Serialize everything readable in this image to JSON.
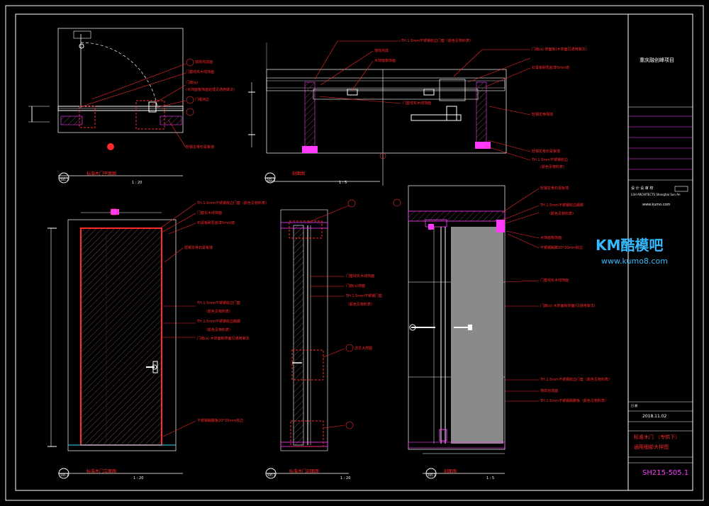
{
  "project": "重庆融创峰项目",
  "title_block": {
    "designer_row": "设 计 设  审 校",
    "company_line": "LSH ARCHITECTS   Shanghai Sun An",
    "web": "www.kumo.com",
    "date_label": "日 期",
    "date": "2018.11.02",
    "drawing_title_1": "标准木门     （专供下）",
    "drawing_title_2": "通用细部大样图",
    "sheet_no": "SH215-505.1"
  },
  "watermark": {
    "logo": "KM酷模吧",
    "url": "www.kumo8.com"
  },
  "views": [
    {
      "title": "标准木门平面图",
      "scale": "1 : 20"
    },
    {
      "title": "剖面图",
      "scale": "1 : 5"
    },
    {
      "title": "标准木门立面图",
      "scale": "1 : 20"
    },
    {
      "title": "标准木门剖面图",
      "scale": "1 : 20"
    },
    {
      "title": "剖面图",
      "scale": "1 : 5"
    }
  ],
  "labels": {
    "door_plan": [
      "墙体完成面",
      "门套线实木线饰面",
      "门扇(a)",
      "(木饰面板饰面处理见通用做法)",
      "门缝挡边",
      "轻钢龙骨石膏板墙"
    ],
    "top_section": [
      "TH.1.5mm不锈钢收边门套（颜色见物料表）",
      "墙体完成",
      "木饰面板饰面",
      "门套线实木线饰面",
      "门扇(a) 饰面板(木饰面见通用做法)",
      "石膏板刷乳胶漆5mm墙",
      "轻钢龙骨隔墙",
      "轻钢龙骨石膏板墙",
      "TH.1.5mm不锈钢收边",
      "(颜色见物料表)"
    ],
    "door_elev": [
      "TH.1.5mm不锈钢收边门套（颜色见物料表）",
      "门套实木线饰面",
      "石膏板刷乳胶漆5mm墙",
      "轻钢龙骨石膏板墙",
      "TH.1.5mm不锈钢收边门套",
      "（颜色见物料表）",
      "TH.1.5mm不锈钢收边踢脚",
      "（颜色见物料表）",
      "门扇(a) 木饰面板饰面见通用做法",
      "不锈钢踢脚板20*20mm收边"
    ],
    "door_sec": [
      "门套线实木线饰面",
      "门扇(a)饰面",
      "TH.1.5mm不锈钢门套",
      "（颜色见物料表）",
      "详见大样图"
    ],
    "detail": [
      "轻钢龙骨石膏板墙",
      "TH.1.5mm不锈钢收边踢脚",
      "（颜色见物料表）",
      "木饰面板饰面",
      "不锈钢踢脚20*20mm收边",
      "门套线实木线饰面",
      "门扇(a) 木饰面板饰面(见通用做法)",
      "TH.1.5mm不锈钢收边门套（颜色见物料表）",
      "墙体完成面",
      "TH.1.5mm不锈钢踢脚板（颜色见物料表）"
    ]
  },
  "callout_ids": [
    "505.1",
    "505.1",
    "505.1",
    "505.1",
    "505.1"
  ],
  "colors": {
    "background": "#000000",
    "line": "#ffffff",
    "annotation": "#ff2a2a",
    "magenta": "#ff3aff",
    "hatch": "#ff6a6a",
    "fill": "#8a8a8a",
    "cyan": "#35d9ff"
  }
}
